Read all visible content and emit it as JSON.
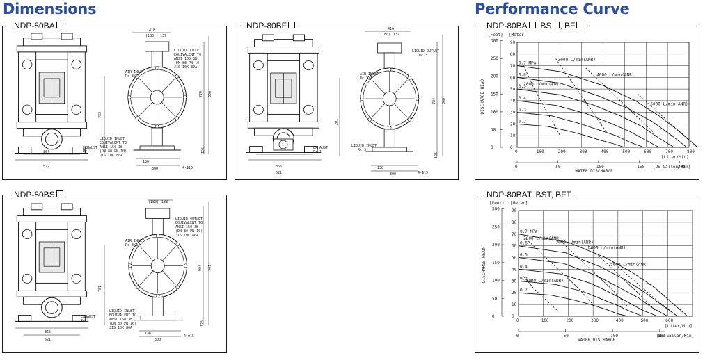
{
  "sections": {
    "dimensions": "Dimensions",
    "performance": "Performance Curve"
  },
  "panels": {
    "p1": "NDP-80BA",
    "p2": "NDP-80BF",
    "p3": "NDP-80BS",
    "c1_pre": "NDP-80BA",
    "c1_mid1": ", BS",
    "c1_mid2": ", BF",
    "c2": "NDP-80BAT, BST, BFT"
  },
  "dims": {
    "p1": {
      "w418": "418",
      "w180": "(180)",
      "w137": "137",
      "liq_out": "LIQUID OUTLET",
      "eq1": "EQUIVALENT TO",
      "eq2": "ANSI 150 3B",
      "eq3": "(DN 80 PN 10)",
      "eq4": "JIS 10K 80A",
      "air": "AIR INLET",
      "rc34": "Rc 3/4",
      "h782": "782",
      "h770": "770",
      "h866": "866",
      "h125": "125",
      "exh": "EXHAUST",
      "rc1": "Rc 1",
      "liq_in": "LIQUID INLET",
      "w136": "136",
      "w300": "300",
      "w364": "364",
      "w522": "522",
      "phi": "4-Ф15"
    },
    "p2": {
      "w416": "416",
      "w180": "(180)",
      "w137": "137",
      "liq_out": "LIQUID OUTLET",
      "rc3": "Rc 3",
      "air": "AIR INLET",
      "rc34": "Rc 3/4",
      "h201": "201",
      "h784": "784",
      "h868": "868",
      "h125": "125",
      "exh": "EXHAUST",
      "rc1": "Rc 1",
      "liq_in": "LIQUID INLET",
      "rc3b": "Rc 3",
      "w138": "138",
      "w300": "300",
      "w365": "365",
      "w521": "521",
      "phi": "4-Ф15"
    },
    "p3": {
      "w180": "(180)",
      "w138": "138",
      "liq_out": "LIQUID OUTLET",
      "eq1": "EQUIVALENT TO",
      "eq2": "ANSI 150 3B",
      "eq3": "(DN 80 PN 10)",
      "eq4": "JIS 10K 80A",
      "air": "AIR INLET",
      "rc34": "Rc 3/4",
      "h781": "781",
      "h904": "904",
      "h909": "909",
      "h125": "125",
      "exh": "EXHAUST",
      "rc1": "Rc 1",
      "liq_in": "LIQUID INLET",
      "w136": "136",
      "w300": "300",
      "w365": "365",
      "w521": "521",
      "phi": "4-Ф15"
    }
  },
  "chart_data": [
    {
      "type": "line",
      "title": "NDP-80BA, BS, BF",
      "ylabel": "DISCHARGE HEAD",
      "xlabel": "WATER DISCHARGE",
      "y_unit_feet": "[Feet]",
      "y_unit_meter": "[Meter]",
      "x_unit_liter": "[Liter/Min]",
      "x_unit_gallon": "[US Gallon/Min]",
      "xlim": [
        0,
        800
      ],
      "ylim": [
        0,
        90
      ],
      "x_ticks": [
        "0",
        "100",
        "200",
        "300",
        "400",
        "500",
        "600",
        "700",
        "800"
      ],
      "x2_ticks": [
        "0",
        "50",
        "100",
        "150",
        "200"
      ],
      "y_ticks_meter": [
        "0",
        "10",
        "20",
        "30",
        "40",
        "50",
        "60",
        "70",
        "80",
        "90"
      ],
      "y_ticks_feet": [
        "0",
        "50",
        "100",
        "150",
        "200",
        "250",
        "300"
      ],
      "pressure_labels": [
        "0.7 MPa",
        "0.6",
        "0.5",
        "0.4",
        "0.3",
        "0.2"
      ],
      "air_labels": [
        {
          "text": "1000 L/min(ANR)",
          "x": 30,
          "y": 53
        },
        {
          "text": "3000 L/min(ANR)",
          "x": 190,
          "y": 74
        },
        {
          "text": "4000 L/min(ANR)",
          "x": 370,
          "y": 61
        },
        {
          "text": "5000 L/min(ANR)",
          "x": 620,
          "y": 36
        }
      ],
      "series": [
        {
          "x": [
            0,
            200,
            400,
            550,
            660,
            760,
            840
          ],
          "y": [
            70,
            65,
            53,
            40,
            27,
            13,
            0
          ]
        },
        {
          "x": [
            0,
            200,
            380,
            520,
            630,
            720,
            790
          ],
          "y": [
            60,
            55,
            44,
            33,
            22,
            10,
            0
          ]
        },
        {
          "x": [
            0,
            200,
            360,
            480,
            580,
            660,
            730
          ],
          "y": [
            50,
            45,
            36,
            27,
            18,
            8,
            0
          ]
        },
        {
          "x": [
            0,
            180,
            320,
            430,
            520,
            600,
            660
          ],
          "y": [
            40,
            36,
            29,
            21,
            14,
            6,
            0
          ]
        },
        {
          "x": [
            0,
            160,
            280,
            380,
            460,
            530,
            590
          ],
          "y": [
            30,
            27,
            21,
            15,
            10,
            4,
            0
          ]
        },
        {
          "x": [
            0,
            140,
            240,
            320,
            390,
            450,
            500
          ],
          "y": [
            20,
            18,
            14,
            10,
            6,
            3,
            0
          ]
        }
      ],
      "air_curves": [
        {
          "x": [
            30,
            80,
            140,
            200
          ],
          "y": [
            70,
            50,
            30,
            10
          ]
        },
        {
          "x": [
            180,
            240,
            300,
            360,
            420
          ],
          "y": [
            76,
            60,
            44,
            28,
            12
          ]
        },
        {
          "x": [
            320,
            400,
            480,
            560,
            640
          ],
          "y": [
            68,
            54,
            40,
            26,
            12
          ]
        },
        {
          "x": [
            560,
            620,
            680,
            740,
            800
          ],
          "y": [
            46,
            36,
            26,
            16,
            6
          ]
        }
      ]
    },
    {
      "type": "line",
      "title": "NDP-80BAT, BST, BFT",
      "ylabel": "DISCHARGE HEAD",
      "xlabel": "WATER DISCHARGE",
      "y_unit_feet": "[Feet]",
      "y_unit_meter": "[Meter]",
      "x_unit_liter": "[Liter/Min]",
      "x_unit_gallon": "[US Gallon/Min]",
      "xlim": [
        0,
        700
      ],
      "ylim": [
        0,
        90
      ],
      "x_ticks": [
        "0",
        "100",
        "200",
        "300",
        "400",
        "500",
        "600"
      ],
      "x2_ticks": [
        "0",
        "50",
        "100",
        "150"
      ],
      "y_ticks_meter": [
        "0",
        "10",
        "20",
        "30",
        "40",
        "50",
        "60",
        "70",
        "80",
        "90"
      ],
      "y_ticks_feet": [
        "0",
        "50",
        "100",
        "150",
        "200",
        "250",
        "300"
      ],
      "pressure_labels": [
        "0.7 MPa",
        "0.6",
        "0.5",
        "0.4",
        "0.3",
        "0.2"
      ],
      "air_labels": [
        {
          "text": "1000 L/min(ANR)",
          "x": 30,
          "y": 29
        },
        {
          "text": "2000 L/min(ANR)",
          "x": 20,
          "y": 65
        },
        {
          "text": "3000 L/min(ANR)",
          "x": 150,
          "y": 62
        },
        {
          "text": "4000 L/min(ANR)",
          "x": 280,
          "y": 57
        },
        {
          "text": "5000 L/min(ANR)",
          "x": 370,
          "y": 43
        }
      ],
      "series": [
        {
          "x": [
            0,
            200,
            350,
            460,
            550,
            620,
            680
          ],
          "y": [
            70,
            63,
            50,
            37,
            24,
            11,
            0
          ]
        },
        {
          "x": [
            0,
            190,
            330,
            430,
            510,
            580,
            640
          ],
          "y": [
            60,
            54,
            42,
            31,
            20,
            9,
            0
          ]
        },
        {
          "x": [
            0,
            180,
            310,
            400,
            480,
            540,
            600
          ],
          "y": [
            50,
            45,
            35,
            25,
            16,
            7,
            0
          ]
        },
        {
          "x": [
            0,
            170,
            290,
            370,
            440,
            500,
            560
          ],
          "y": [
            40,
            36,
            28,
            20,
            12,
            5,
            0
          ]
        },
        {
          "x": [
            0,
            150,
            260,
            330,
            400,
            450,
            500
          ],
          "y": [
            30,
            27,
            21,
            15,
            9,
            4,
            0
          ]
        },
        {
          "x": [
            0,
            130,
            220,
            290,
            350,
            400,
            440
          ],
          "y": [
            20,
            18,
            14,
            10,
            6,
            2,
            0
          ]
        }
      ],
      "air_curves": [
        {
          "x": [
            20,
            60,
            110,
            160
          ],
          "y": [
            34,
            24,
            14,
            4
          ]
        },
        {
          "x": [
            30,
            100,
            170,
            240,
            300
          ],
          "y": [
            66,
            52,
            38,
            24,
            10
          ]
        },
        {
          "x": [
            170,
            240,
            310,
            380,
            440
          ],
          "y": [
            64,
            50,
            36,
            22,
            8
          ]
        },
        {
          "x": [
            280,
            350,
            420,
            490,
            550
          ],
          "y": [
            60,
            46,
            32,
            18,
            5
          ]
        },
        {
          "x": [
            380,
            440,
            500,
            560,
            620
          ],
          "y": [
            46,
            35,
            24,
            13,
            3
          ]
        }
      ]
    }
  ],
  "colors": {
    "title": "#2b4f9e",
    "line": "#111111",
    "grid": "#222222"
  }
}
